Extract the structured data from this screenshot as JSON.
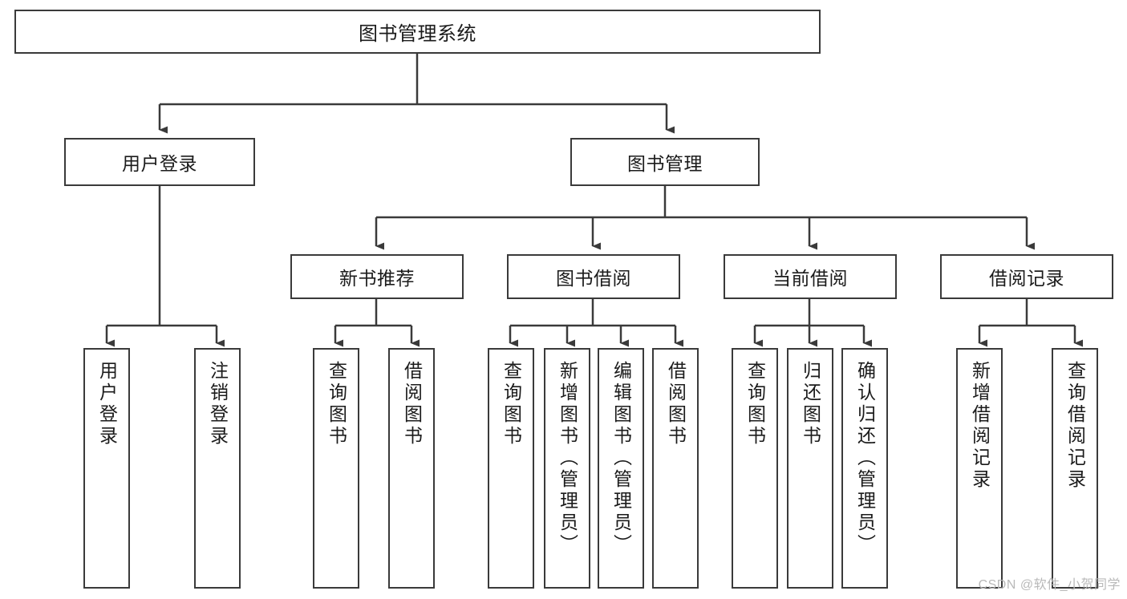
{
  "diagram": {
    "type": "tree-hierarchy-chart",
    "title": "图书管理系统",
    "stroke_color": "#3a3a3a",
    "background_color": "#ffffff",
    "levels": {
      "root": {
        "label": "图书管理系统"
      },
      "level2": [
        {
          "id": "user-login",
          "label": "用户登录"
        },
        {
          "id": "book-management",
          "label": "图书管理"
        }
      ],
      "level3": [
        {
          "id": "new-book-recommend",
          "label": "新书推荐",
          "parent": "book-management"
        },
        {
          "id": "book-borrow",
          "label": "图书借阅",
          "parent": "book-management"
        },
        {
          "id": "current-borrow",
          "label": "当前借阅",
          "parent": "book-management"
        },
        {
          "id": "borrow-record",
          "label": "借阅记录",
          "parent": "book-management"
        }
      ],
      "leaves": {
        "user-login": [
          {
            "id": "leaf-user-login",
            "label": "用户登录"
          },
          {
            "id": "leaf-logout-login",
            "label": "注销登录"
          }
        ],
        "new-book-recommend": [
          {
            "id": "leaf-query-book-1",
            "label": "查询图书"
          },
          {
            "id": "leaf-borrow-book-1",
            "label": "借阅图书"
          }
        ],
        "book-borrow": [
          {
            "id": "leaf-query-book-2",
            "label": "查询图书"
          },
          {
            "id": "leaf-add-book",
            "label": "新增图书（管理员）"
          },
          {
            "id": "leaf-edit-book",
            "label": "编辑图书（管理员）"
          },
          {
            "id": "leaf-borrow-book-2",
            "label": "借阅图书"
          }
        ],
        "current-borrow": [
          {
            "id": "leaf-query-book-3",
            "label": "查询图书"
          },
          {
            "id": "leaf-return-book",
            "label": "归还图书"
          },
          {
            "id": "leaf-confirm-return",
            "label": "确认归还（管理员）"
          }
        ],
        "borrow-record": [
          {
            "id": "leaf-add-record",
            "label": "新增借阅记录"
          },
          {
            "id": "leaf-query-record",
            "label": "查询借阅记录"
          }
        ]
      }
    }
  },
  "watermark": {
    "text": "CSDN @软件_小贺同学"
  }
}
